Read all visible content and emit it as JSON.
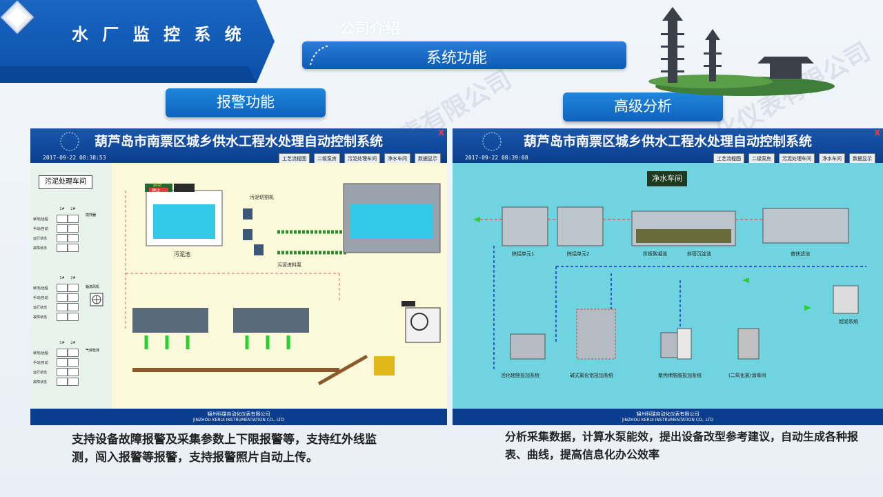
{
  "header": {
    "title": "水 厂 监 控 系 统",
    "company_intro": "公司介绍",
    "section_bar": "系统功能"
  },
  "pills": {
    "alarm": "报警功能",
    "advanced": "高级分析"
  },
  "left_screen": {
    "title": "葫芦岛市南票区城乡供水工程水处理自动控制系统",
    "datetime": "2017-09-22 08:38:53",
    "nav": [
      "工艺流程图",
      "二级泵房",
      "污泥处理车间",
      "净水车间",
      "数据显示"
    ],
    "workshop": "污泥处理车间",
    "status_rows": [
      "就地/远程",
      "手动/自动",
      "运行状态",
      "故障状态"
    ],
    "col_headers": [
      "1#",
      "2#"
    ],
    "labels": {
      "mixer": "搅拌器",
      "sludge_pool": "污泥池",
      "sludge_cutter": "污泥切割机",
      "sludge_pump": "污泥进料泵",
      "fan": "轴流风机",
      "gas": "气体检测",
      "start": "启动",
      "stop": "停止"
    },
    "footer_cn": "锦州科瑞自动化仪表有限公司",
    "footer_en": "JINZHOU KERUI INSTRUMENTATION CO., LTD"
  },
  "right_screen": {
    "title": "葫芦岛市南票区城乡供水工程水处理自动控制系统",
    "datetime": "2017-09-22 08:39:08",
    "nav": [
      "工艺流程图",
      "二级泵房",
      "污泥处理车间",
      "净水车间",
      "数据显示"
    ],
    "workshop": "净水车间",
    "labels": {
      "unit1": "除铝单元1",
      "unit2": "除铝单元2",
      "coag": "折板絮凝池",
      "sed": "斜管沉淀池",
      "filter": "普快滤池",
      "pac": "活化硅酸投加系统",
      "alkali": "碱式氯化铝投加系统",
      "pam": "聚丙烯酰胺投加系统",
      "chlorine": "(二氧化氯)消毒间",
      "ultra": "超滤系统"
    },
    "footer_cn": "锦州科瑞自动化仪表有限公司",
    "footer_en": "JINZHOU KERUI INSTRUMENTATION CO., LTD"
  },
  "descriptions": {
    "left": "支持设备故障报警及采集参数上下限报警等，支持红外线监测，闯入报警等报警，支持报警照片自动上传。",
    "right": "分析采集数据，计算水泵能效，提出设备改型参考建议，自动生成各种报表、曲线，提高信息化办公效率"
  },
  "watermark": "锦州科瑞自动化仪表有限公司",
  "colors": {
    "brand_blue": "#0e63bd",
    "ribbon_blue": "#0a4fa8",
    "screen_blue": "#0c3f8c"
  }
}
